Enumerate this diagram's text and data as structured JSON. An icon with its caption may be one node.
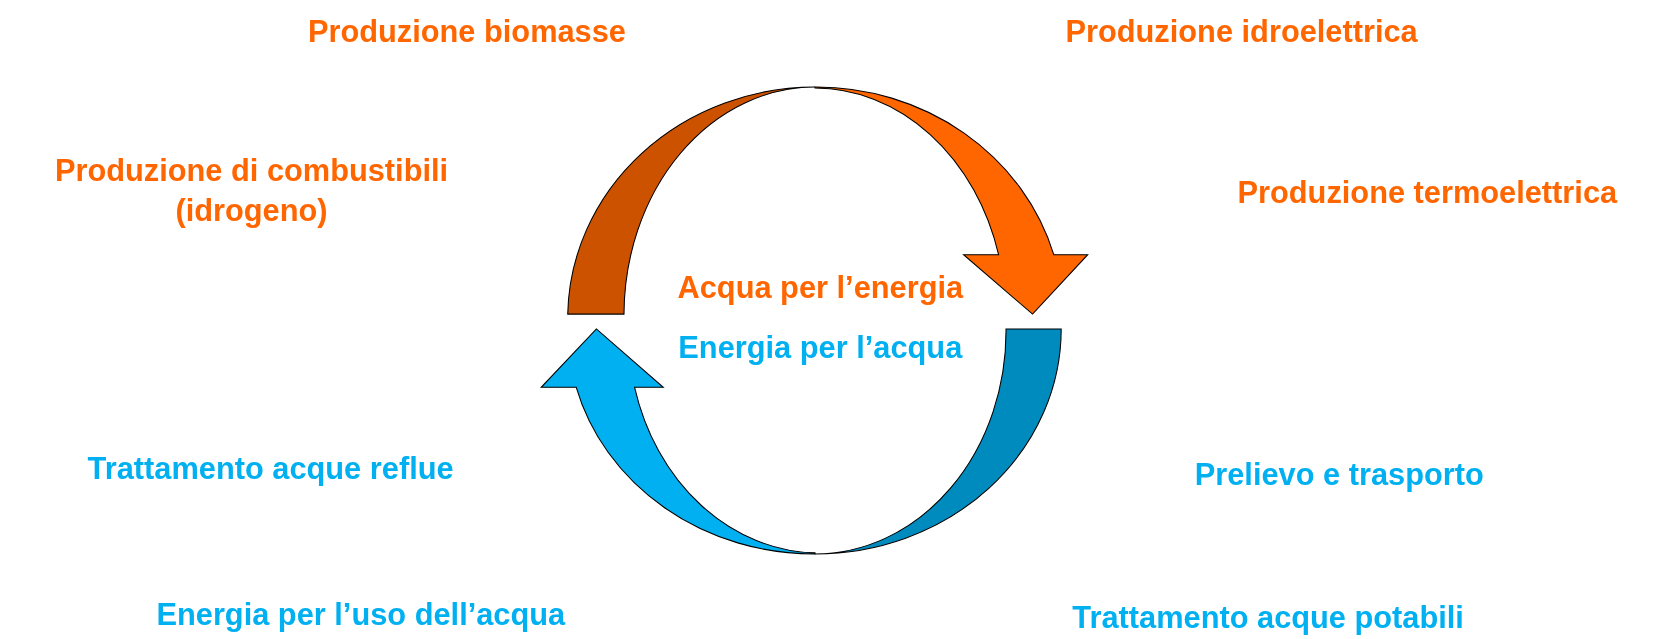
{
  "diagram": {
    "labels": [
      "Produzione biomasse",
      "Produzione idroelettrica",
      "Produzione di combustibili (idrogeno)",
      "Produzione termoelettrica",
      "Acqua per l’energia",
      "Energia per l’acqua",
      "Trattamento acque reflue",
      "Prelievo e trasporto",
      "Energia per l’uso dell’acqua",
      "Trattamento acque potabili"
    ]
  }
}
